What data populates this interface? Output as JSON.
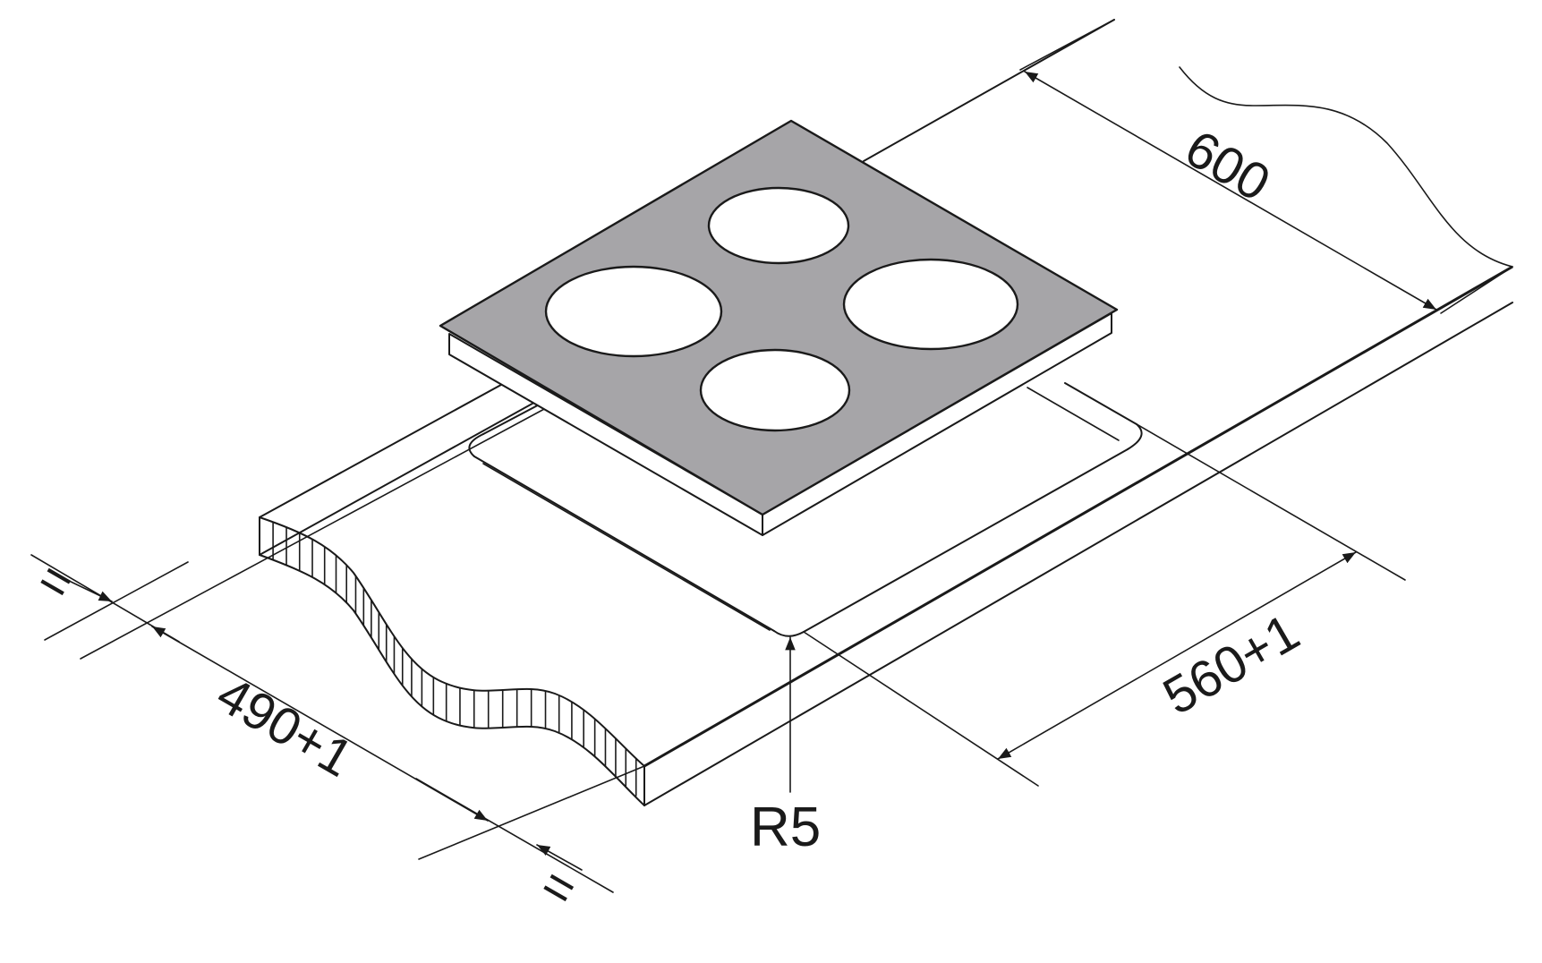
{
  "colors": {
    "line": "#1a1a1a",
    "hob_surface": "#a6a5a8",
    "background": "#ffffff"
  },
  "dimensions": {
    "depth_label": "600",
    "cutout_width_label": "560+1",
    "cutout_depth_label": "490+1",
    "corner_radius_label": "R5",
    "equal_mark_left": "=",
    "equal_mark_bottom": "="
  }
}
